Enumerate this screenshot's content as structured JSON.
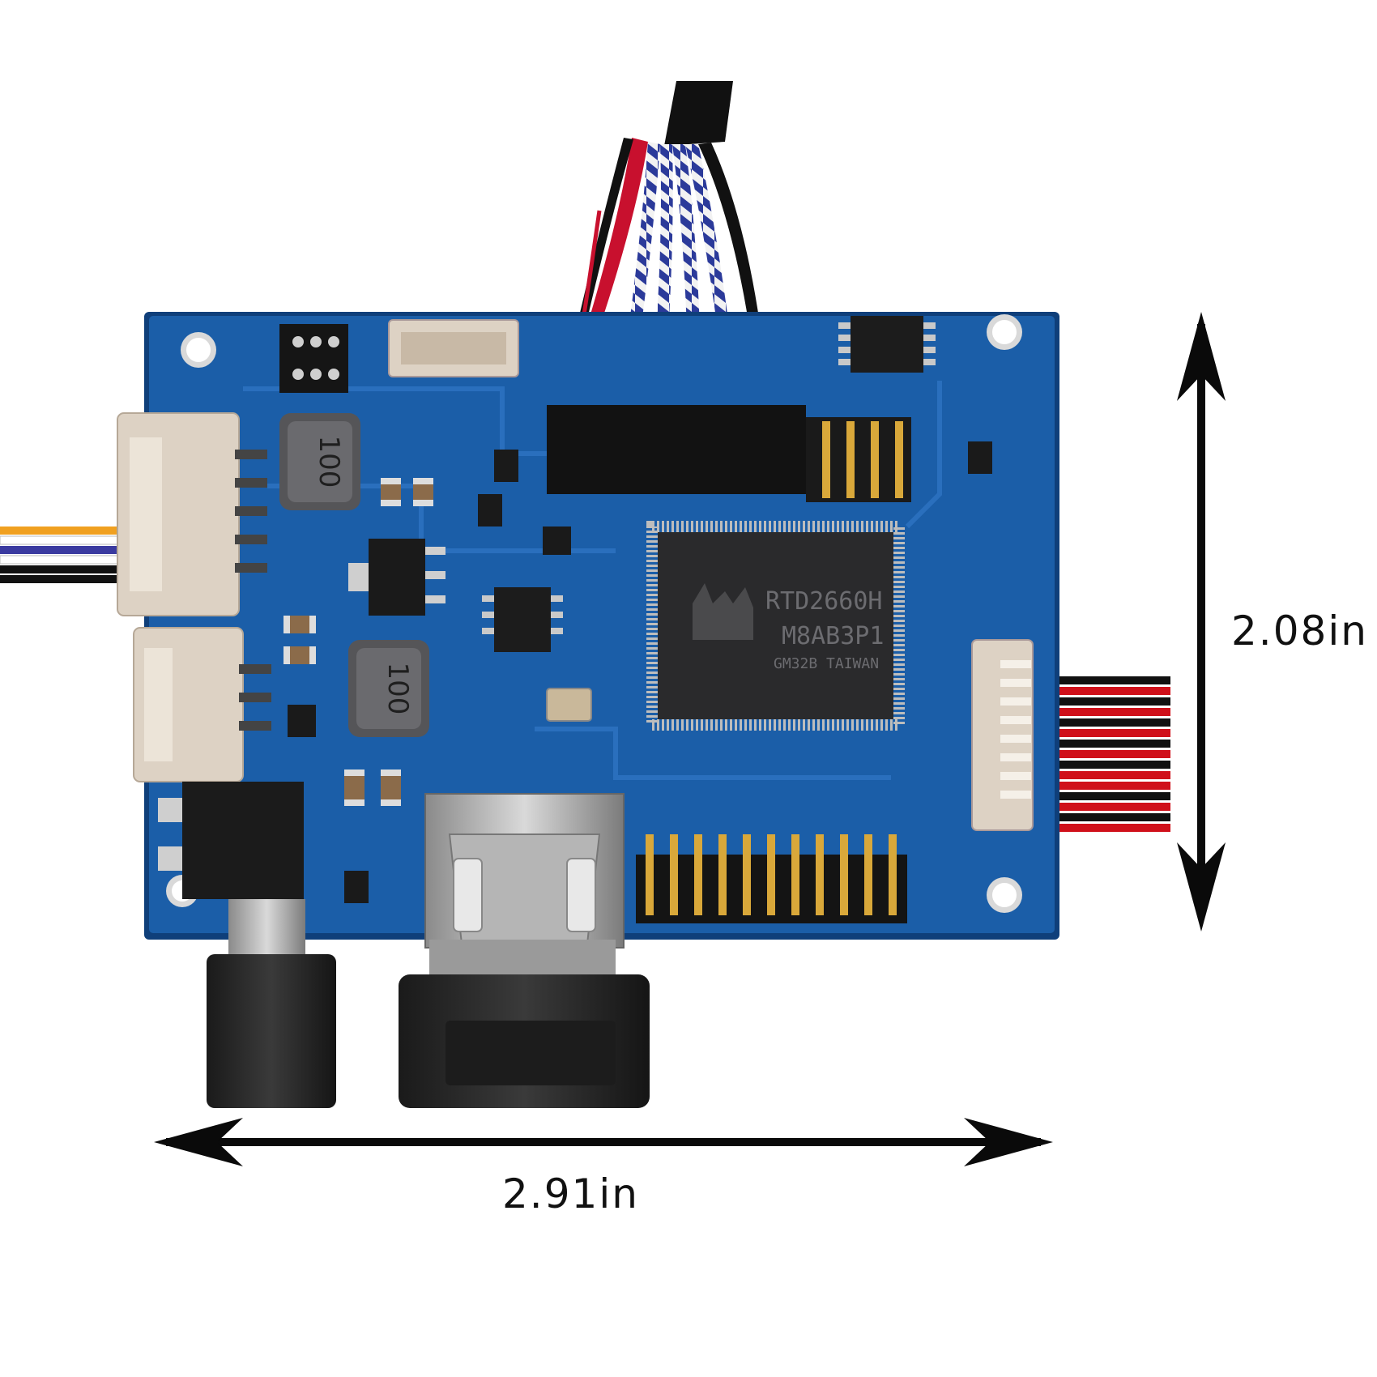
{
  "dimensions": {
    "width_label": "2.91in",
    "height_label": "2.08in"
  },
  "board": {
    "chip_line1": "RTD2660H",
    "chip_line2": "M8AB3P1",
    "chip_line3": "GM32B TAIWAN",
    "inductor_top_marking": "100",
    "inductor_bottom_marking": "100"
  },
  "colors": {
    "pcb": "#1b5ea8",
    "pcb_dark": "#11437c",
    "arrow": "#0a0a0a",
    "connector_beige": "#ddd2c4",
    "chip": "#2a2a2c"
  }
}
